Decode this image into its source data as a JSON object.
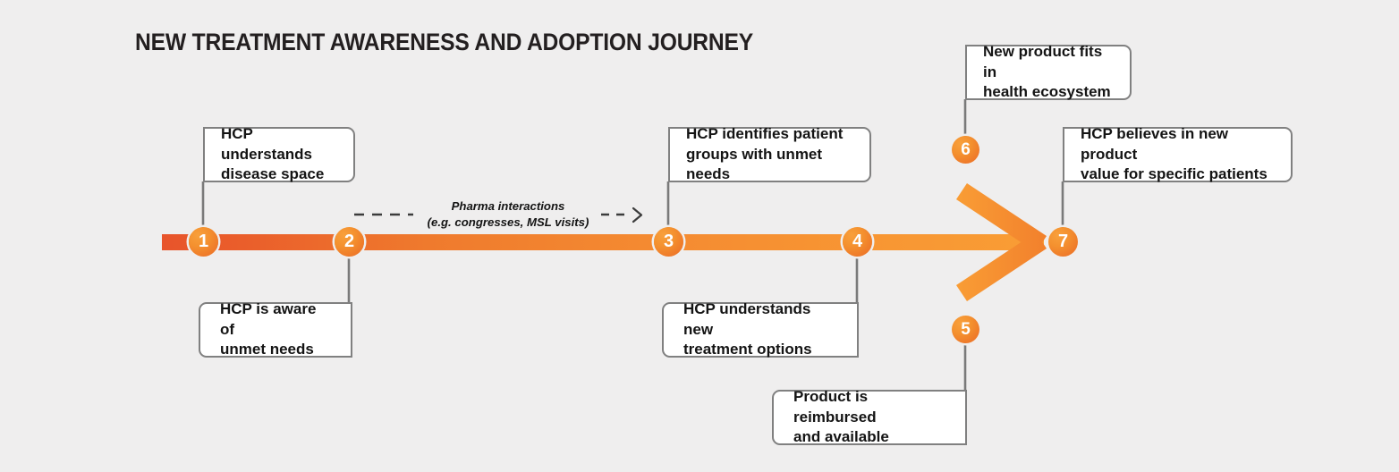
{
  "title": "NEW TREATMENT AWARENESS AND ADOPTION JOURNEY",
  "colors": {
    "background": "#efeeee",
    "accent_start": "#e8542b",
    "accent_end": "#f99d35",
    "node_fill": "#f08030",
    "box_border": "#808080",
    "box_fill": "#ffffff",
    "text": "#141414",
    "connector": "#7a7a7a"
  },
  "annotation": {
    "line1": "Pharma interactions",
    "line2": "(e.g. congresses, MSL visits)",
    "text": "Pharma interactions\n(e.g. congresses, MSL visits)"
  },
  "steps": [
    {
      "number": "1",
      "label": "HCP understands disease space",
      "box_text": "HCP understands\ndisease space",
      "position": "top",
      "on_main_line": true
    },
    {
      "number": "2",
      "label": "HCP is aware of unmet needs",
      "box_text": "HCP is aware of\nunmet needs",
      "position": "bottom",
      "on_main_line": true
    },
    {
      "number": "3",
      "label": "HCP identifies patient groups with unmet needs",
      "box_text": "HCP identifies patient\ngroups with unmet needs",
      "position": "top",
      "on_main_line": true
    },
    {
      "number": "4",
      "label": "HCP understands new treatment options",
      "box_text": "HCP understands new\ntreatment options",
      "position": "bottom",
      "on_main_line": true
    },
    {
      "number": "5",
      "label": "Product is reimbursed and available",
      "box_text": "Product is reimbursed\nand available",
      "position": "bottom-branch",
      "on_main_line": false
    },
    {
      "number": "6",
      "label": "New product fits in health ecosystem",
      "box_text": "New product fits in\nhealth ecosystem",
      "position": "top-branch",
      "on_main_line": false
    },
    {
      "number": "7",
      "label": "HCP believes in new product value for specific patients",
      "box_text": "HCP believes in new product\nvalue for specific patients",
      "position": "top",
      "on_main_line": true
    }
  ]
}
